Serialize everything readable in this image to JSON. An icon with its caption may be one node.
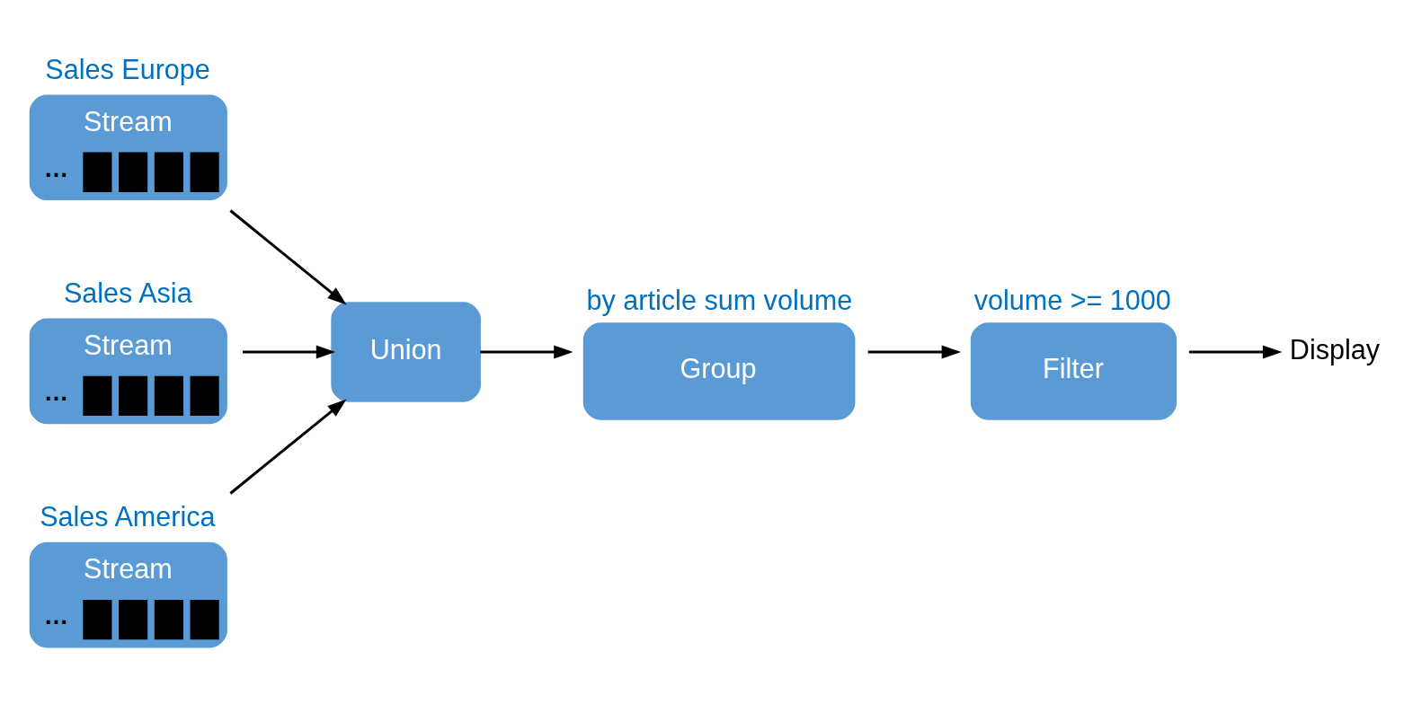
{
  "diagram": {
    "nodes": [
      {
        "text": [
          "Sales Europe",
          "Stream",
          "…"
        ]
      },
      {
        "text": [
          "Sales Asia",
          "Stream",
          "…"
        ]
      },
      {
        "text": [
          "Sales America",
          "Stream",
          "…"
        ]
      },
      {
        "text": [
          "Union"
        ]
      },
      {
        "text": [
          "by article sum volume",
          "Group"
        ]
      },
      {
        "text": [
          "volume >= 1000",
          "Filter"
        ]
      },
      {
        "text": [
          "Display"
        ]
      }
    ],
    "edges": [
      {
        "from": 0,
        "to": 3,
        "arrow": "to"
      },
      {
        "from": 1,
        "to": 3,
        "arrow": "to"
      },
      {
        "from": 2,
        "to": 3,
        "arrow": "to"
      },
      {
        "from": 3,
        "to": 4,
        "arrow": "to"
      },
      {
        "from": 4,
        "to": 5,
        "arrow": "to"
      },
      {
        "from": 5,
        "to": 6,
        "arrow": "to"
      }
    ]
  }
}
